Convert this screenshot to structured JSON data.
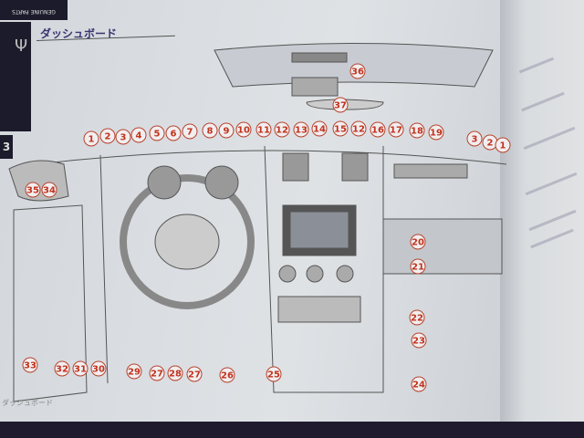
{
  "header": {
    "section_title": "ダッシュボード",
    "side_tab": "GENUINE PARTS",
    "chapter_number": "3",
    "logo": "trident"
  },
  "footer": {
    "running_title": "ダッシュボード"
  },
  "callouts": [
    "1",
    "2",
    "3",
    "4",
    "5",
    "6",
    "7",
    "8",
    "9",
    "10",
    "11",
    "12",
    "13",
    "14",
    "15",
    "12",
    "16",
    "17",
    "18",
    "19",
    "3",
    "2",
    "1",
    "36",
    "37",
    "35",
    "34",
    "20",
    "21",
    "22",
    "23",
    "24",
    "25",
    "26",
    "27",
    "28",
    "27",
    "29",
    "30",
    "31",
    "32",
    "33"
  ],
  "colors": {
    "callout": "#c2331c",
    "title": "#3a3570"
  }
}
